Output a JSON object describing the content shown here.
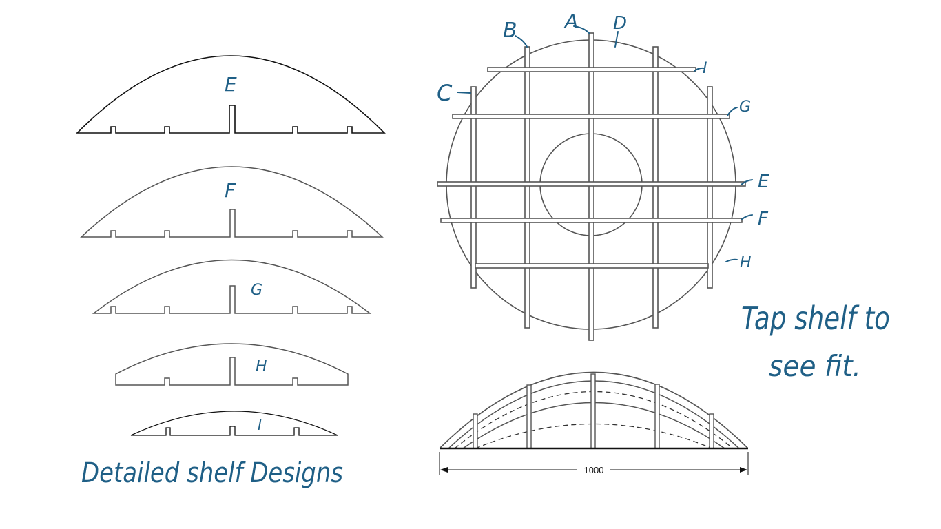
{
  "colors": {
    "ink": "#555555",
    "dark": "#111111",
    "annotation": "#1f5f86"
  },
  "shelf_designs": {
    "caption": "Detailed shelf Designs",
    "shelves": [
      {
        "label": "E"
      },
      {
        "label": "F"
      },
      {
        "label": "G"
      },
      {
        "label": "H"
      },
      {
        "label": "I"
      }
    ]
  },
  "top_view": {
    "vertical_labels": [
      "C",
      "B",
      "A",
      "D"
    ],
    "horizontal_labels": [
      "I",
      "G",
      "E",
      "F",
      "H"
    ]
  },
  "side_view": {
    "dimension": "1000"
  },
  "instruction": {
    "line1": "Tap shelf to",
    "line2": "see fit."
  }
}
